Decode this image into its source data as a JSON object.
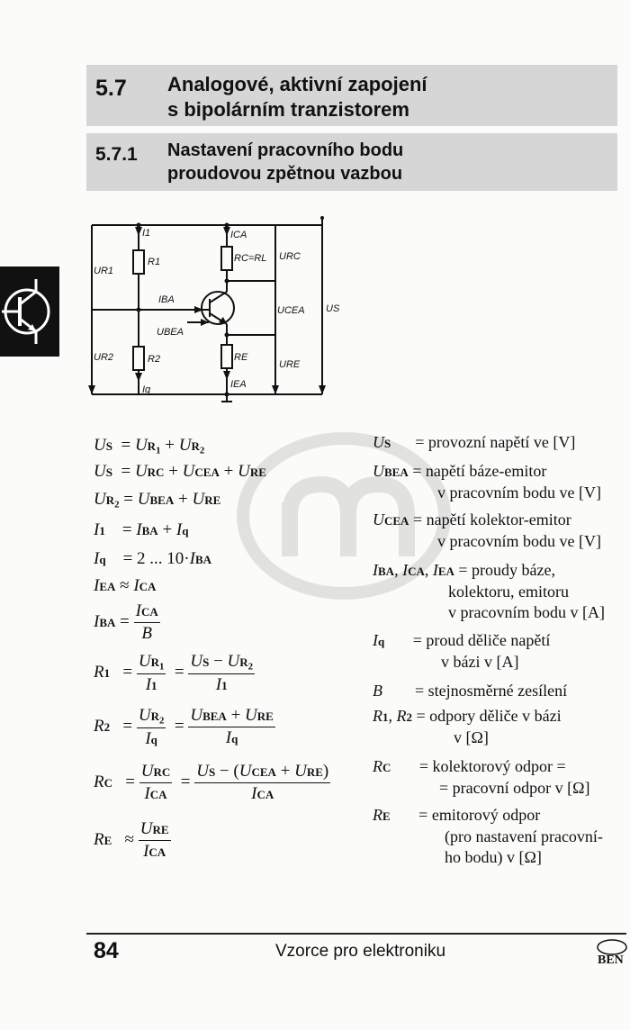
{
  "section": {
    "number": "5.7",
    "title_line1": "Analogové, aktivní zapojení",
    "title_line2": "s bipolárním tranzistorem"
  },
  "subsection": {
    "number": "5.7.1",
    "title_line1": "Nastavení pracovního bodu",
    "title_line2": "proudovou zpětnou vazbou"
  },
  "circuit": {
    "labels": {
      "I1": "I1",
      "R1": "R1",
      "UR1": "UR1",
      "ICA": "ICA",
      "RC": "RC=RL",
      "URC": "URC",
      "IBA": "IBA",
      "UCEA": "UCEA",
      "US": "US",
      "UBEA": "UBEA",
      "UR2": "UR2",
      "R2": "R2",
      "Iq": "Iq",
      "RE": "RE",
      "URE": "URE",
      "IEA": "IEA"
    }
  },
  "equations": {
    "eq1": "U_S = U_R1 + U_R2",
    "eq2": "U_S = U_RC + U_CEA + U_RE",
    "eq3": "U_R2 = U_BEA + U_RE",
    "eq4": "I_1 = I_BA + I_q",
    "eq5": "I_q = 2 ... 10·I_BA",
    "eq6": "I_EA ≈ I_CA",
    "eq7": "I_BA = I_CA / B",
    "eq8": "R_1 = U_R1 / I_1 = (U_S − U_R2) / I_1",
    "eq9": "R_2 = U_R2 / I_q = (U_BEA + U_RE) / I_q",
    "eq10": "R_C = U_RC / I_CA = (U_S − (U_CEA + U_RE)) / I_CA",
    "eq11": "R_E ≈ U_RE / I_CA",
    "range_text": "= 2 ... 10·"
  },
  "legend": {
    "us": "= provozní napětí ve [V]",
    "ubea_1": "= napětí báze-emitor",
    "ubea_2": "v pracovním bodu ve [V]",
    "ucea_1": "= napětí kolektor-emitor",
    "ucea_2": "v pracovním bodu ve [V]",
    "currents_1": "= proudy báze,",
    "currents_2": "kolektoru, emitoru",
    "currents_3": "v pracovním bodu v [A]",
    "iq_1": "= proud děliče napětí",
    "iq_2": "v bázi v [A]",
    "b": "= stejnosměrné zesílení",
    "r12_1": "= odpory děliče v bázi",
    "r12_2": "v [Ω]",
    "rc_1": "= kolektorový odpor =",
    "rc_2": "= pracovní odpor v [Ω]",
    "re_1": "= emitorový odpor",
    "re_2": "(pro nastavení pracovní-",
    "re_3": "ho bodu) v [Ω]"
  },
  "footer": {
    "page": "84",
    "title": "Vzorce pro elektroniku",
    "logo": "BEN"
  }
}
